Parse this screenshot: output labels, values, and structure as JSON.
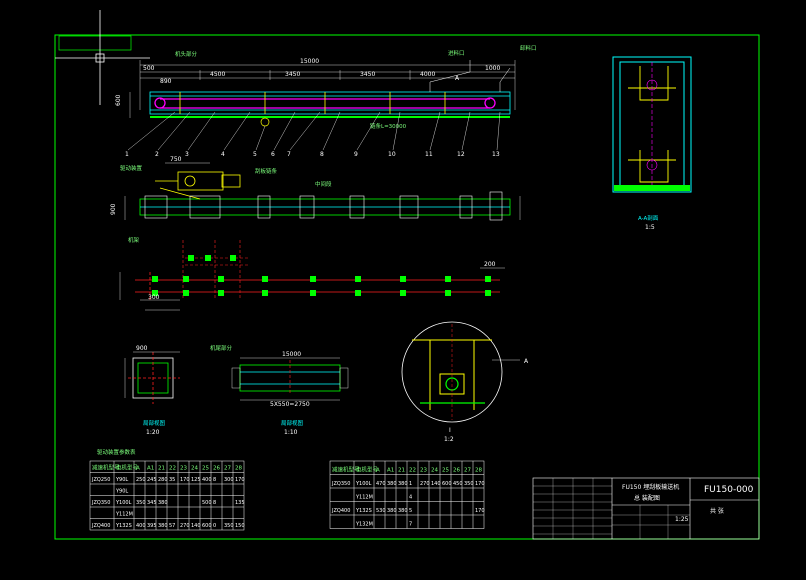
{
  "colors": {
    "background": "#000000",
    "frame": "#00ff00",
    "cyan": "#00ffff",
    "magenta": "#ff00ff",
    "red": "#ff2020",
    "yellow": "#ffff00",
    "white": "#ffffff"
  },
  "title_block": {
    "drawing_no": "FU150-000",
    "title_main": "FU150 埋刮板输送机",
    "title_sub": "总 装配图",
    "scale_value": "1:25",
    "label_sheet": "共 张"
  },
  "callouts": [
    "1",
    "2",
    "3",
    "4",
    "5",
    "6",
    "7",
    "8",
    "9",
    "10",
    "11",
    "12",
    "13"
  ],
  "dimensions": {
    "top_total": "15000",
    "top_a": "4500",
    "top_b": "3450",
    "top_c": "3450",
    "top_d": "4000",
    "left_a": "500",
    "left_b": "890",
    "right_a": "1000",
    "right_b": "200",
    "height": "600",
    "sec_width": "750",
    "base_width": "900",
    "base_dim": "300",
    "bottom_dim": "5X550=2750"
  },
  "view_labels": {
    "section_a": "A-A剖面",
    "section_a_scale": "1:5",
    "detail_1": "局部视图",
    "detail_1_scale": "1:20",
    "detail_2": "局部视图",
    "detail_2_scale": "1:10",
    "detail_circle": "I",
    "detail_circle_scale": "1:2",
    "cut_mark": "A"
  },
  "annotations": {
    "a_head": "机头部分",
    "a_tail": "机尾部分",
    "a_mid": "中间段",
    "a_drive": "驱动装置",
    "a_chain": "刮板链条",
    "a_frame": "机架",
    "a_inlet": "进料口",
    "a_outlet": "卸料口",
    "a_belt": "链条L=30000"
  },
  "table1": {
    "title": "驱动装置参数表",
    "headers": [
      "减速机型号",
      "电机型号",
      "A",
      "A1",
      "21",
      "22",
      "23",
      "24",
      "25",
      "26",
      "27",
      "28"
    ],
    "rows": [
      [
        "JZQ250",
        "Y90L",
        "250",
        "245",
        "280",
        "35",
        "170",
        "125",
        "400",
        "8",
        "300",
        "170"
      ],
      [
        "",
        "Y90L",
        "",
        "",
        "",
        "",
        "",
        "",
        "",
        "",
        "",
        ""
      ],
      [
        "JZQ350",
        "Y100L",
        "350",
        "345",
        "380",
        "",
        "",
        "",
        "500",
        "8",
        "",
        "135"
      ],
      [
        "",
        "Y112M",
        "",
        "",
        "",
        "",
        "",
        "",
        "",
        "",
        "",
        ""
      ],
      [
        "JZQ400",
        "Y132S",
        "400",
        "395",
        "380",
        "57",
        "270",
        "140",
        "600",
        "0",
        "350",
        "150"
      ]
    ]
  },
  "table2": {
    "headers": [
      "减速机型号",
      "电机型号",
      "A",
      "A1",
      "21",
      "22",
      "23",
      "24",
      "25",
      "26",
      "27",
      "28"
    ],
    "rows": [
      [
        "JZQ350",
        "Y100L",
        "470",
        "380",
        "380",
        "1",
        "270",
        "140",
        "600",
        "450",
        "350",
        "170"
      ],
      [
        "",
        "Y112M",
        "",
        "",
        "",
        "4",
        "",
        "",
        "",
        "",
        "",
        ""
      ],
      [
        "JZQ400",
        "Y132S",
        "530",
        "380",
        "380",
        "5",
        "",
        "",
        "",
        "",
        "",
        "170"
      ],
      [
        "",
        "Y132M",
        "",
        "",
        "",
        "7",
        "",
        "",
        "",
        "",
        "",
        ""
      ]
    ]
  }
}
